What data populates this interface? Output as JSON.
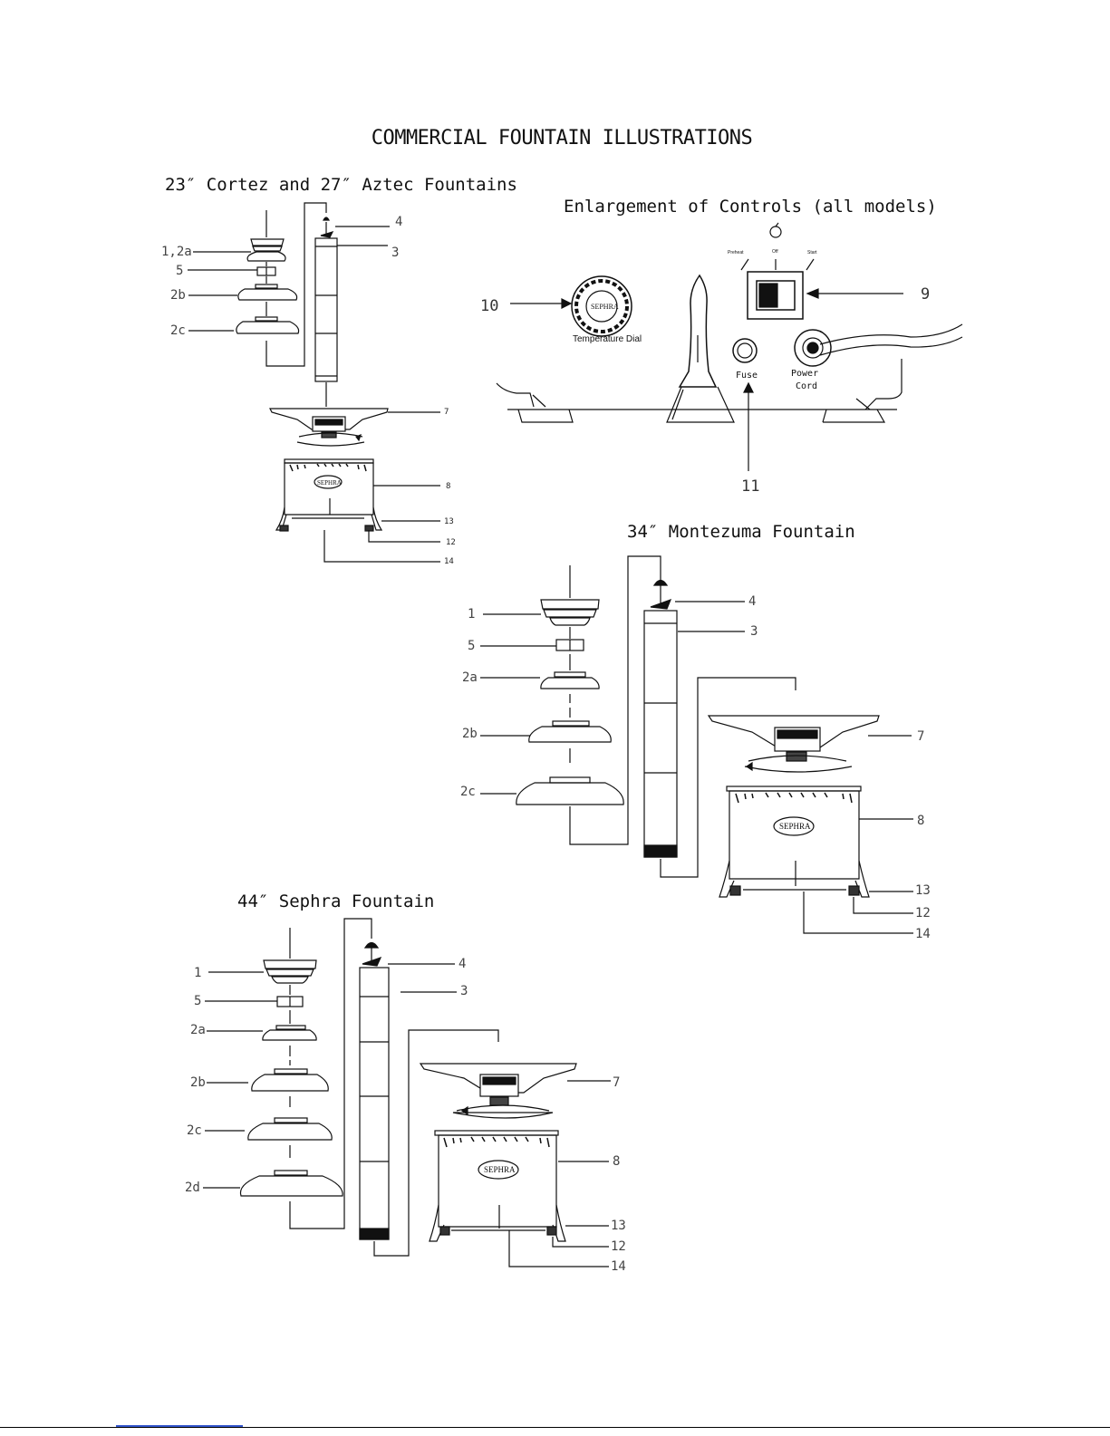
{
  "title": "COMMERCIAL FOUNTAIN ILLUSTRATIONS",
  "sections": {
    "cortez_aztec": "23″ Cortez and 27″ Aztec Fountains",
    "controls": "Enlargement of Controls (all models)",
    "montezuma": "34″ Montezuma Fountain",
    "sephra": "44″ Sephra Fountain"
  },
  "cortez_labels": {
    "l1": "1,2a",
    "l5": "5",
    "l2b": "2b",
    "l2c": "2c",
    "l4": "4",
    "l3": "3",
    "l7": "7",
    "l8": "8",
    "l13": "13",
    "l12": "12",
    "l14": "14"
  },
  "controls_labels": {
    "l10": "10",
    "l9": "9",
    "l11": "11",
    "temp_dial": "Temperature Dial",
    "fuse": "Fuse",
    "power1": "Power",
    "power2": "Cord",
    "preheat": "Preheat",
    "off": "Off",
    "start": "Start",
    "brand": "SEPHRA"
  },
  "montezuma_labels": {
    "l1": "1",
    "l5": "5",
    "l2a": "2a",
    "l2b": "2b",
    "l2c": "2c",
    "l4": "4",
    "l3": "3",
    "l7": "7",
    "l8": "8",
    "l13": "13",
    "l12": "12",
    "l14": "14"
  },
  "sephra_labels": {
    "l1": "1",
    "l5": "5",
    "l2a": "2a",
    "l2b": "2b",
    "l2c": "2c",
    "l2d": "2d",
    "l4": "4",
    "l3": "3",
    "l7": "7",
    "l8": "8",
    "l13": "13",
    "l12": "12",
    "l14": "14"
  }
}
